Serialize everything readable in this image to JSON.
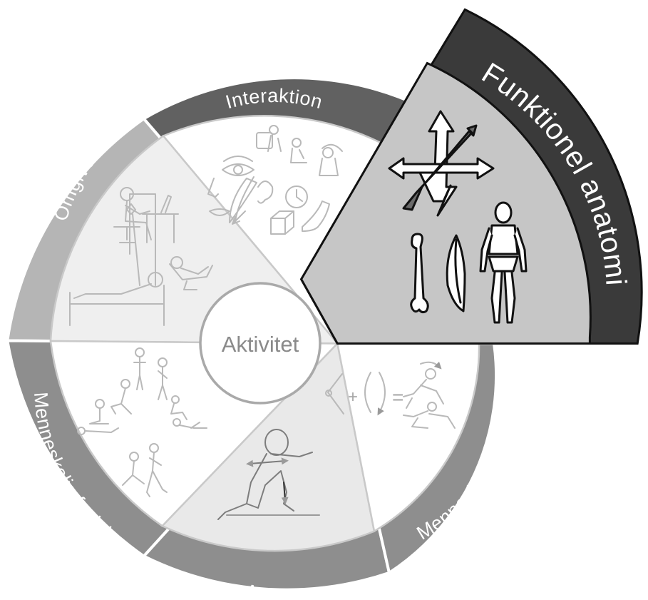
{
  "center": {
    "label": "Aktivitet"
  },
  "sectors": [
    {
      "key": "interaktion",
      "label": "Interaktion"
    },
    {
      "key": "funktionel-anatomi",
      "label": "Funktionel anatomi"
    },
    {
      "key": "menneskelig-bevaegelse",
      "label": "Menneskelig bevægelse"
    },
    {
      "key": "anstrengelse",
      "label": "Anstrengelse"
    },
    {
      "key": "menneskelig-funktion",
      "label": "Menneskelig funktion"
    },
    {
      "key": "omgivelser",
      "label": "Omgivelser"
    }
  ],
  "colors": {
    "ring_dark": "#616161",
    "ring_mid": "#8e8e8e",
    "ring_light": "#b5b5b5",
    "highlight_band": "#3a3a3a",
    "highlight_fill": "#c6c6c6",
    "inner_light": "#f2f2f2",
    "inner_white": "#ffffff",
    "inner_grey": "#e8e8e8"
  },
  "icons": [
    "sitting-at-desk-icon",
    "bed-with-patient-icon",
    "recliner-icon",
    "eye-icon",
    "nose-icon",
    "mouth-icon",
    "ear-icon",
    "clock-icon",
    "cube-icon",
    "flexed-arm-icon",
    "muscle-icon",
    "conversation-icons",
    "movement-axes-arrows-icon",
    "bone-icon",
    "muscle-outline-icon",
    "mannequin-icon",
    "joint-angle-icon",
    "rotation-icon",
    "rolling-figures-icon",
    "lunging-runner-icon",
    "standing-figure-icon",
    "kneeling-figure-icon",
    "sitting-figure-icon",
    "lying-figure-icon",
    "walking-figure-icon"
  ]
}
